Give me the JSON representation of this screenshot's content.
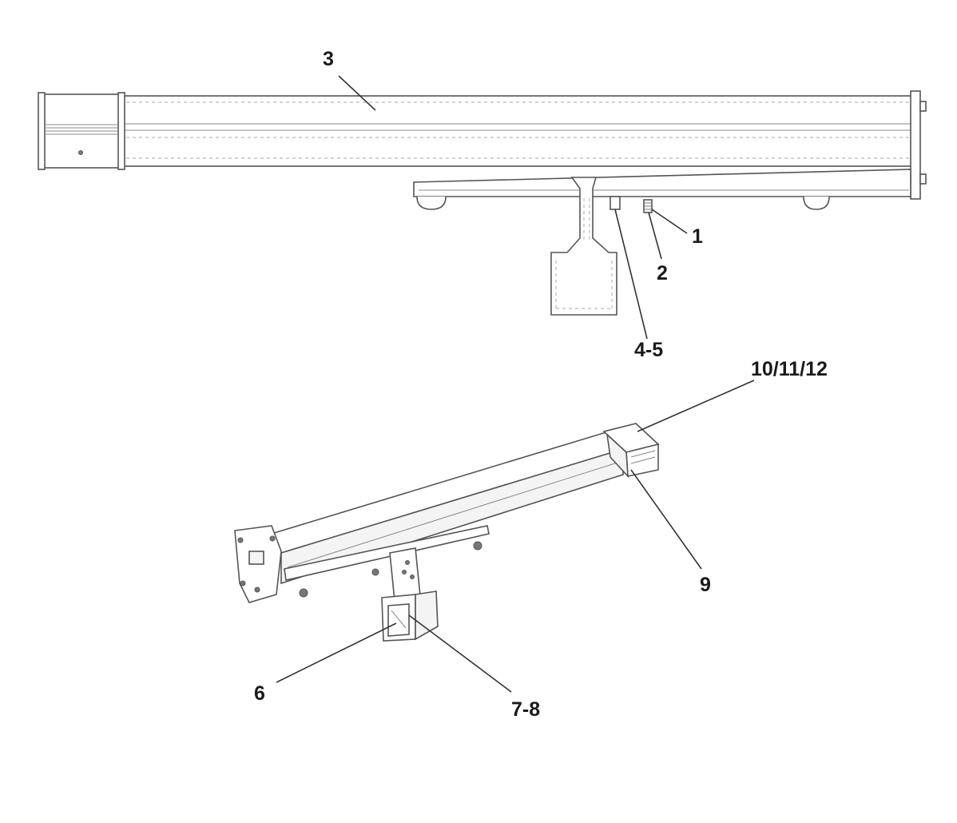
{
  "callouts": {
    "c1": "1",
    "c2": "2",
    "c3": "3",
    "c45": "4-5",
    "c6": "6",
    "c78": "7-8",
    "c9": "9",
    "c101112": "10/11/12"
  }
}
